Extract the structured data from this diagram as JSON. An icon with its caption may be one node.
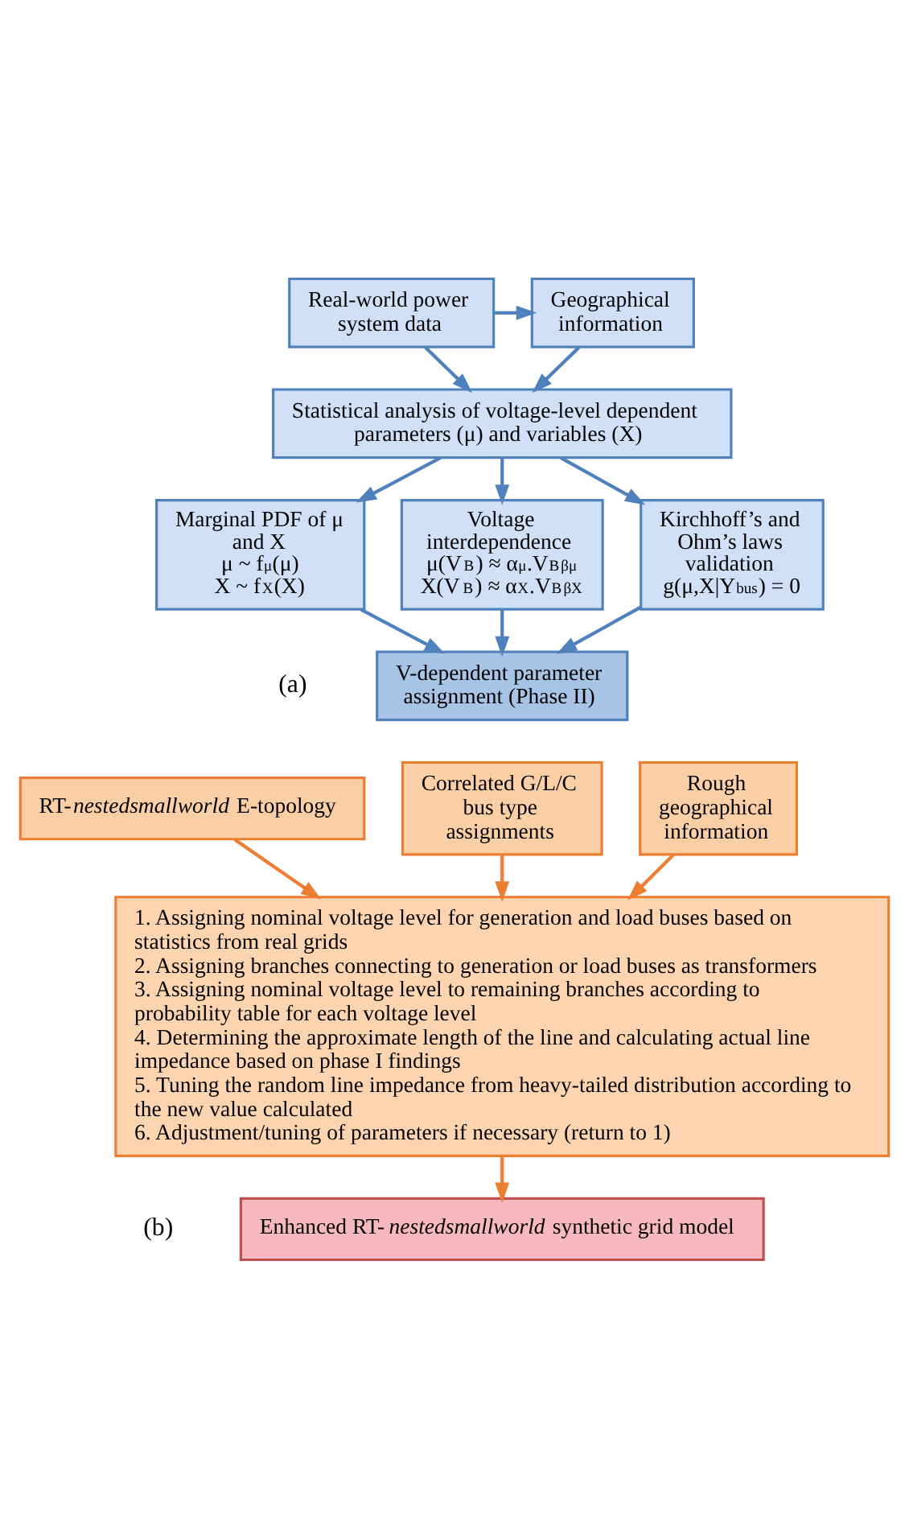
{
  "diagram": {
    "nodes": [
      {
        "text": [
          "Real-world power system data"
        ]
      },
      {
        "text": [
          "Geographical information"
        ]
      },
      {
        "text": [
          "Statistical analysis of voltage-level dependent parameters (μ) and variables (X)"
        ]
      },
      {
        "text": [
          "Marginal PDF of μ and X",
          "μ ~ f$_{μ}$(μ)",
          "X ~ f$_{X}$(X)"
        ]
      },
      {
        "text": [
          "Voltage interdependence",
          "μ(V$_{B}$) ≈ α$_{μ}$.V$_{B}$$^{βμ}$",
          "X(V$_{B}$) ≈ α$_{X}$.V$_{B}$$^{βX}$"
        ]
      },
      {
        "text": [
          "Kirchhoff’s and Ohm’s laws validation",
          "g(μ,X|Y$_{bus}$) = 0"
        ]
      },
      {
        "text": [
          "V-dependent parameter assignment (Phase II)"
        ]
      },
      {
        "text": [
          "RT-*nestedsmallworld* E-topology"
        ]
      },
      {
        "text": [
          "Correlated G/L/C bus type assignments"
        ]
      },
      {
        "text": [
          "Rough geographical information"
        ]
      },
      {
        "text": [
          "1. Assigning nominal voltage level for generation and load buses based on statistics from real grids",
          "2. Assigning branches connecting to generation or load buses as transformers",
          "3. Assigning nominal voltage level to remaining branches according to probability table for each voltage level",
          "4. Determining the approximate length of the line and calculating actual line impedance based on phase I findings",
          "5. Tuning the random line impedance from heavy-tailed distribution according to the new value calculated",
          "6. Adjustment/tuning of parameters if necessary (return to 1)"
        ]
      },
      {
        "text": [
          "Enhanced RT-*nestedsmallworld* synthetic grid model"
        ]
      }
    ],
    "edges": [
      {
        "from": 0,
        "to": 1,
        "arrow": "to"
      },
      {
        "from": 0,
        "to": 2,
        "arrow": "to"
      },
      {
        "from": 1,
        "to": 2,
        "arrow": "to"
      },
      {
        "from": 2,
        "to": 3,
        "arrow": "to"
      },
      {
        "from": 2,
        "to": 4,
        "arrow": "to"
      },
      {
        "from": 2,
        "to": 5,
        "arrow": "to"
      },
      {
        "from": 3,
        "to": 6,
        "arrow": "to"
      },
      {
        "from": 4,
        "to": 6,
        "arrow": "to"
      },
      {
        "from": 5,
        "to": 6,
        "arrow": "to"
      },
      {
        "from": 7,
        "to": 10,
        "arrow": "to",
        "color": "#ed7d31"
      },
      {
        "from": 8,
        "to": 10,
        "arrow": "to",
        "color": "#ed7d31"
      },
      {
        "from": 9,
        "to": 10,
        "arrow": "to",
        "color": "#ed7d31"
      },
      {
        "from": 10,
        "to": 11,
        "arrow": "to",
        "color": "#ed7d31"
      }
    ],
    "labels": [
      "(a)",
      "(b)"
    ]
  }
}
